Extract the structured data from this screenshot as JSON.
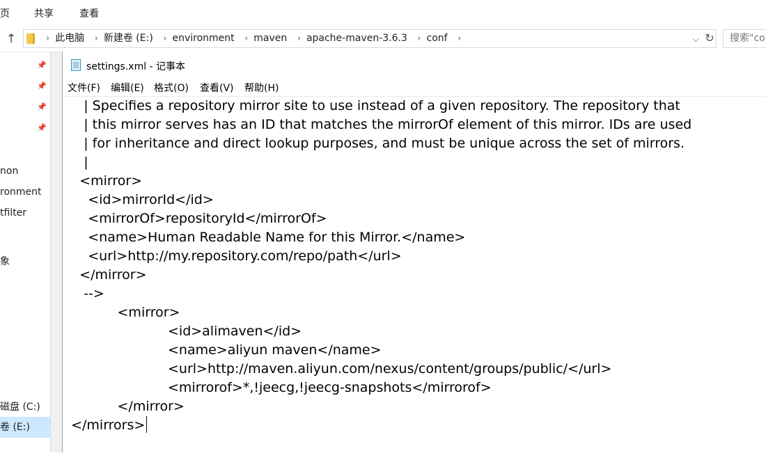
{
  "ribbon": {
    "tabs": [
      "页",
      "共享",
      "查看"
    ]
  },
  "address_bar": {
    "up_icon": "up-arrow-icon",
    "crumbs": [
      "此电脑",
      "新建卷 (E:)",
      "environment",
      "maven",
      "apache-maven-3.6.3",
      "conf"
    ],
    "separator": "›",
    "search_placeholder": "搜索\"co"
  },
  "nav_pane": {
    "items": [
      "non",
      "ronment",
      "tfilter",
      "象",
      "磁盘 (C:)",
      "卷 (E:)"
    ],
    "selected_index": 5
  },
  "notepad": {
    "title": "settings.xml - 记事本",
    "menu": [
      "文件(F)",
      "编辑(E)",
      "格式(O)",
      "查看(V)",
      "帮助(H)"
    ],
    "lines": [
      "     | Specifies a repository mirror site to use instead of a given repository. The repository that",
      "     | this mirror serves has an ID that matches the mirrorOf element of this mirror. IDs are used",
      "     | for inheritance and direct lookup purposes, and must be unique across the set of mirrors.",
      "     |",
      "    <mirror>",
      "      <id>mirrorId</id>",
      "      <mirrorOf>repositoryId</mirrorOf>",
      "      <name>Human Readable Name for this Mirror.</name>",
      "      <url>http://my.repository.com/repo/path</url>",
      "    </mirror>",
      "     -->",
      "             <mirror>",
      "                         <id>alimaven</id>",
      "                         <name>aliyun maven</name>",
      "                         <url>http://maven.aliyun.com/nexus/content/groups/public/</url>",
      "                         <mirrorof>*,!jeecg,!jeecg-snapshots</mirrorof>",
      "             </mirror>",
      "  </mirrors>"
    ]
  }
}
